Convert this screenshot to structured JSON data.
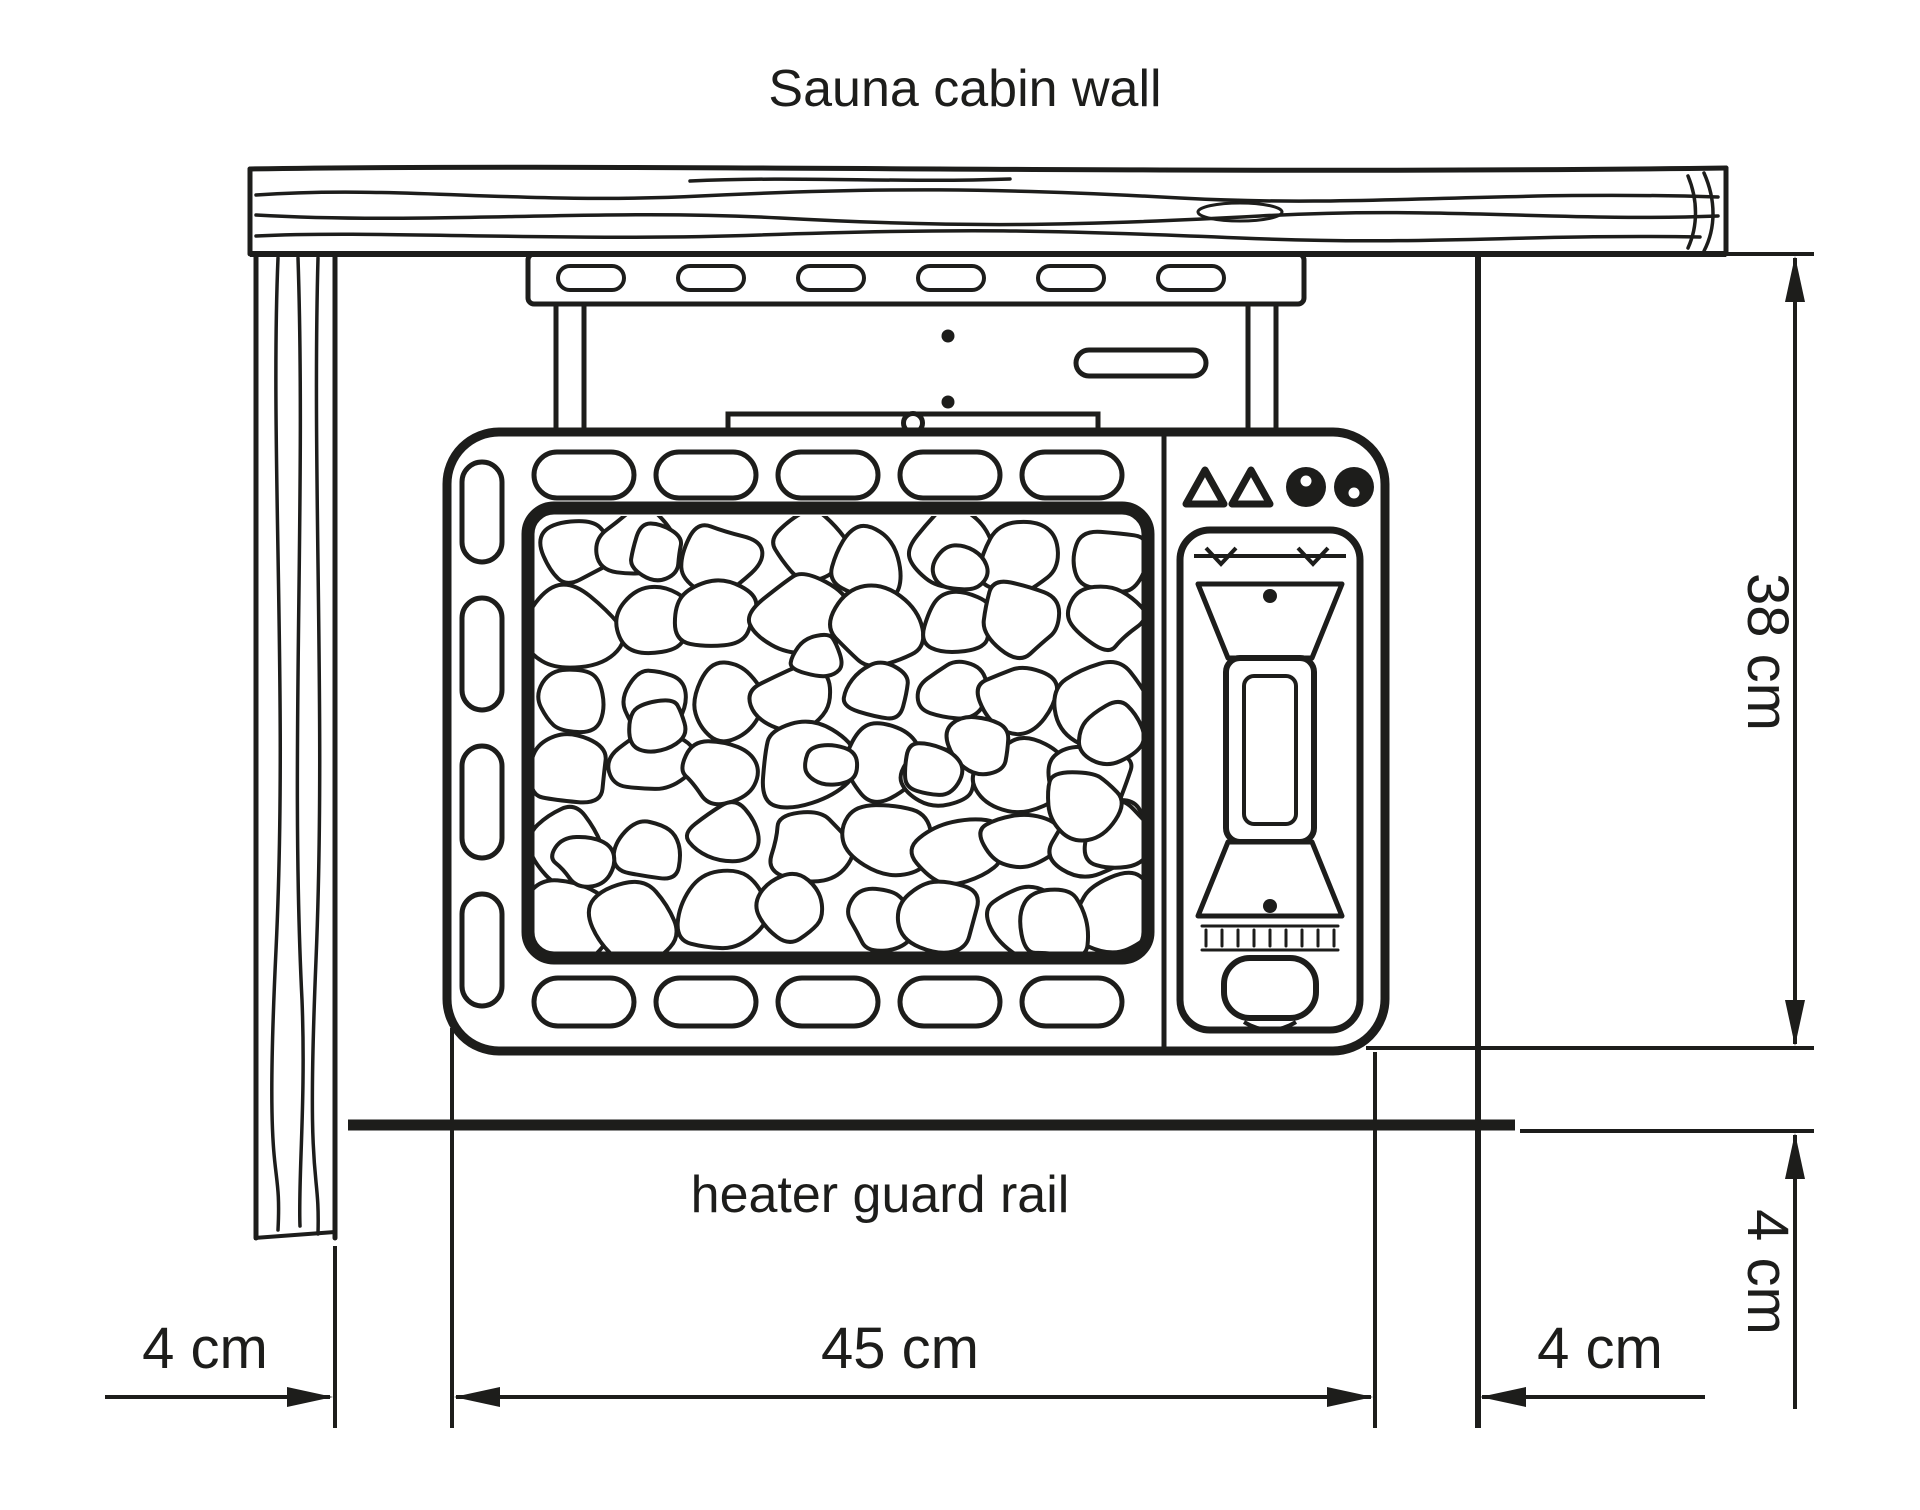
{
  "labels": {
    "wall": "Sauna cabin wall",
    "guard_rail": "heater guard rail"
  },
  "dimensions": {
    "left_clearance": "4 cm",
    "heater_width": "45 cm",
    "right_clearance": "4 cm",
    "rail_clearance": "4 cm",
    "wall_to_bottom": "38 cm"
  },
  "colors": {
    "ink": "#1d1d1b",
    "background": "#ffffff"
  }
}
